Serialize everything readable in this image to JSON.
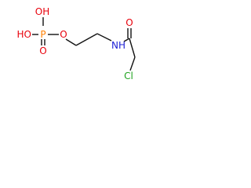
{
  "molecule": {
    "atoms": {
      "oh_top": "OH",
      "oh_left": "HO",
      "p": "P",
      "o_double": "O",
      "o_ester": "O",
      "nh": "NH",
      "o_carbonyl": "O",
      "cl": "Cl"
    }
  },
  "colors": {
    "bond": "#111111",
    "oxygen": "#e8000b",
    "phosphorus": "#ff7f00",
    "nitrogen": "#1f22d6",
    "chlorine": "#1fa31f"
  }
}
